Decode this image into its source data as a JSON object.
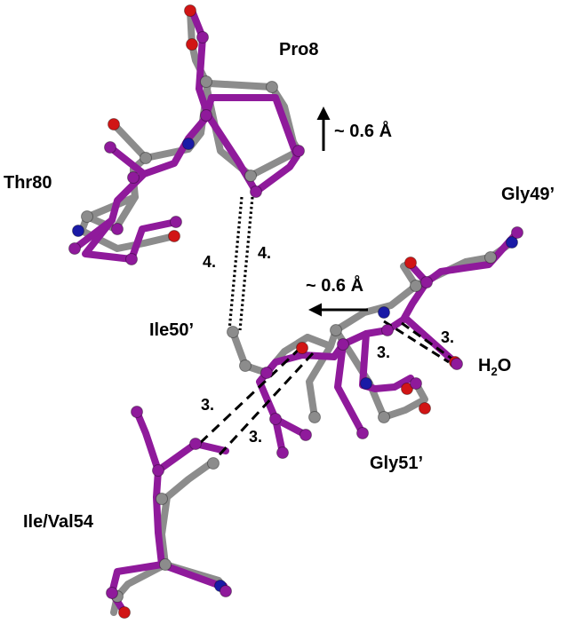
{
  "colors": {
    "structure_a": "#8f1a9b",
    "structure_b": "#8c8c8c",
    "nitrogen": "#1a1aa6",
    "oxygen": "#d11515",
    "annotation": "#000000"
  },
  "residues": {
    "pro8": "Pro8",
    "thr80": "Thr80",
    "gly49": "Gly49’",
    "ile50": "Ile50’",
    "gly51": "Gly51’",
    "ile_val54": "Ile/Val54",
    "water": {
      "main": "H",
      "sub": "2",
      "tail": "O"
    }
  },
  "shifts": {
    "pro8": "~ 0.6 Å",
    "gly49": "~ 0.6 Å"
  },
  "distances": {
    "pro_ile_a": "4.",
    "pro_ile_b": "4.",
    "gly_water_a": "3.",
    "gly_water_b": "3.",
    "ile_val_a": "3.",
    "ile_val_b": "3."
  }
}
